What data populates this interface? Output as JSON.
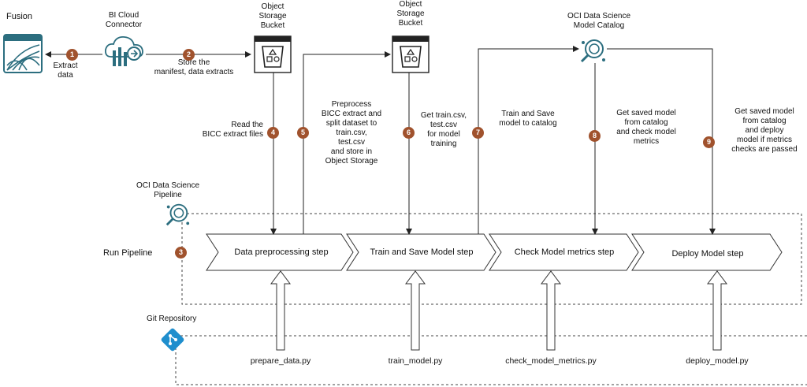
{
  "nodes": {
    "fusion": "Fusion",
    "bicc": "BI Cloud\nConnector",
    "bucket1": "Object\nStorage\nBucket",
    "bucket2": "Object\nStorage\nBucket",
    "catalog": "OCI Data Science\nModel Catalog",
    "pipeline": "OCI Data Science\nPipeline",
    "git": "Git Repository",
    "run_pipeline": "Run Pipeline"
  },
  "steps": [
    {
      "label": "Data preprocessing step"
    },
    {
      "label": "Train and Save Model step"
    },
    {
      "label": "Check Model metrics step"
    },
    {
      "label": "Deploy Model step"
    }
  ],
  "scripts": [
    "prepare_data.py",
    "train_model.py",
    "check_model_metrics.py",
    "deploy_model.py"
  ],
  "edge_labels": {
    "e1": "Extract\ndata",
    "e2": "Store the\nmanifest, data extracts",
    "e4": "Read the\nBICC extract files",
    "e5": "Preprocess\nBICC extract and\nsplit dataset to\ntrain.csv,\ntest.csv\nand store in\nObject Storage",
    "e6": "Get train.csv,\ntest.csv\nfor model\ntraining",
    "e7": "Train and Save\nmodel to catalog",
    "e8": "Get saved model\nfrom catalog\nand check model\nmetrics",
    "e9": "Get saved model\nfrom catalog\nand deploy\nmodel if metrics\nchecks are passed"
  },
  "badges": [
    "1",
    "2",
    "3",
    "4",
    "5",
    "6",
    "7",
    "8",
    "9"
  ],
  "colors": {
    "badge": "#a0522d",
    "git": "#1f8ecd",
    "line": "#222222",
    "icon_teal": "#2c6e7f"
  },
  "icons": {
    "fusion": "fusion-app-icon",
    "bicc": "cloud-connector-icon",
    "bucket": "bucket-icon",
    "catalog": "model-catalog-icon",
    "pipeline": "pipeline-icon",
    "git": "git-icon"
  }
}
